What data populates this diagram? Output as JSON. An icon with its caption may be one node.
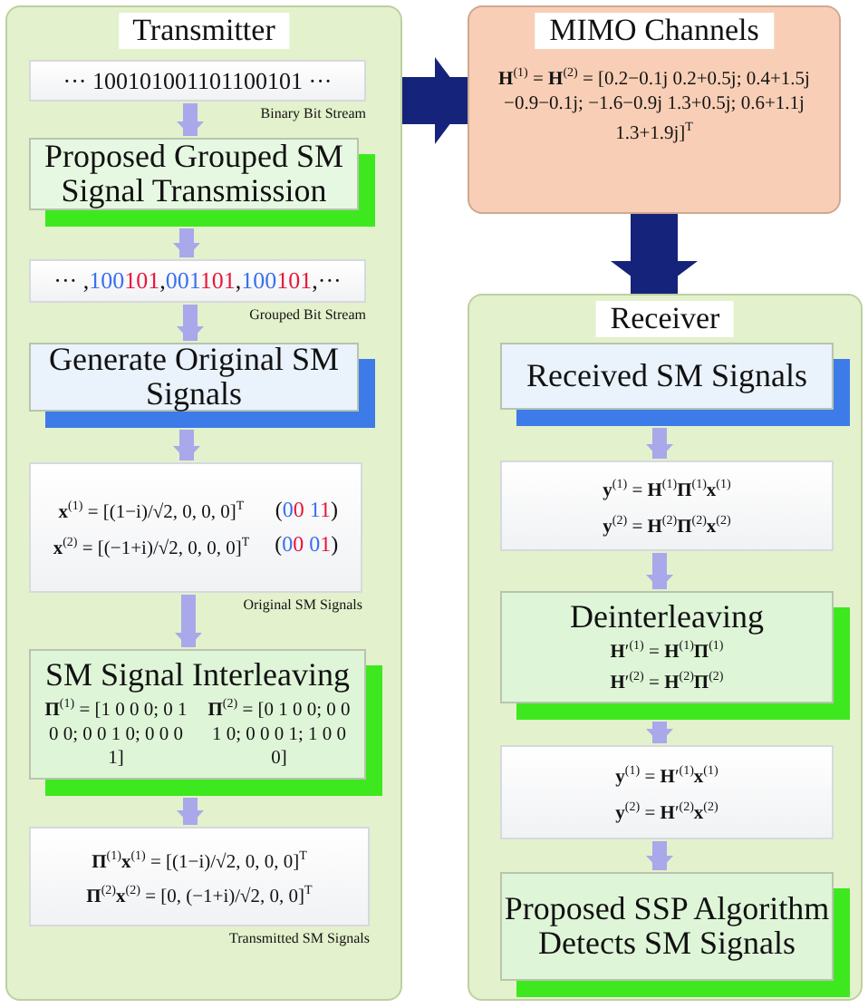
{
  "diagram": {
    "nodes": [
      {
        "text": [
          "Transmitter"
        ]
      },
      {
        "text": [
          "··· 100101001101100101 ···"
        ],
        "in": 0,
        "beside": [
          "Binary Bit Stream"
        ]
      },
      {
        "text": [
          "Proposed Grouped SM Signal Transmission"
        ],
        "in": 0
      },
      {
        "text": [
          "··· ,100101,001101,100101,···"
        ],
        "in": 0,
        "beside": [
          "Grouped Bit Stream"
        ]
      },
      {
        "text": [
          "Generate Original SM Signals"
        ],
        "in": 0
      },
      {
        "text": [
          "**x**$^{(1)}$ = [(1−i)/√2, 0, 0, 0]$^{T}$",
          "(00 11)",
          "**x**$^{(2)}$ = [(−1+i)/√2, 0, 0, 0]$^{T}$",
          "(00 01)"
        ],
        "in": 0,
        "beside": [
          "Original SM Signals"
        ]
      },
      {
        "text": [
          "SM Signal Interleaving",
          "**Π**$^{(1)}$ = [1 0 0 0; 0 1 0 0; 0 0 1 0; 0 0 0 1]",
          "**Π**$^{(2)}$ = [0 1 0 0; 0 0 1 0; 0 0 0 1; 1 0 0 0]"
        ],
        "in": 0
      },
      {
        "text": [
          "**Π**$^{(1)}$**x**$^{(1)}$ = [(1−i)/√2, 0, 0, 0]$^{T}$",
          "**Π**$^{(2)}$**x**$^{(2)}$ = [0, (−1+i)/√2, 0, 0]$^{T}$"
        ],
        "in": 0,
        "beside": [
          "Transmitted SM Signals"
        ]
      },
      {
        "text": [
          "MIMO Channels",
          "**H**$^{(1)}$ = **H**$^{(2)}$ = [0.2−0.1j 0.2+0.5j; 0.4+1.5j −0.9−0.1j; −1.6−0.9j 1.3+0.5j; 0.6+1.1j 1.3+1.9j]$^{T}$"
        ]
      },
      {
        "text": [
          "Receiver"
        ]
      },
      {
        "text": [
          "Received SM Signals"
        ],
        "in": 9
      },
      {
        "text": [
          "**y**$^{(1)}$ = **H**$^{(1)}$**Π**$^{(1)}$**x**$^{(1)}$",
          "**y**$^{(2)}$ = **H**$^{(2)}$**Π**$^{(2)}$**x**$^{(2)}$"
        ],
        "in": 9
      },
      {
        "text": [
          "Deinterleaving",
          "**H**′$^{(1)}$ = **H**$^{(1)}$**Π**$^{(1)}$",
          "**H**′$^{(2)}$ = **H**$^{(2)}$**Π**$^{(2)}$"
        ],
        "in": 9
      },
      {
        "text": [
          "**y**$^{(1)}$ = **H**′$^{(1)}$**x**$^{(1)}$",
          "**y**$^{(2)}$ = **H**′$^{(2)}$**x**$^{(2)}$"
        ],
        "in": 9
      },
      {
        "text": [
          "Proposed SSP Algorithm Detects SM Signals"
        ],
        "in": 9
      }
    ],
    "edges": [
      {
        "from": 1,
        "to": 2,
        "arrow": "to"
      },
      {
        "from": 2,
        "to": 3,
        "arrow": "to"
      },
      {
        "from": 3,
        "to": 4,
        "arrow": "to"
      },
      {
        "from": 4,
        "to": 5,
        "arrow": "to"
      },
      {
        "from": 5,
        "to": 6,
        "arrow": "to"
      },
      {
        "from": 6,
        "to": 7,
        "arrow": "to"
      },
      {
        "from": 0,
        "to": 8,
        "arrow": "to",
        "style": "thick",
        "color": "#16237a"
      },
      {
        "from": 8,
        "to": 9,
        "arrow": "to",
        "style": "thick",
        "color": "#16237a"
      },
      {
        "from": 10,
        "to": 11,
        "arrow": "to"
      },
      {
        "from": 11,
        "to": 12,
        "arrow": "to"
      },
      {
        "from": 12,
        "to": 13,
        "arrow": "to"
      },
      {
        "from": 13,
        "to": 14,
        "arrow": "to"
      }
    ]
  }
}
